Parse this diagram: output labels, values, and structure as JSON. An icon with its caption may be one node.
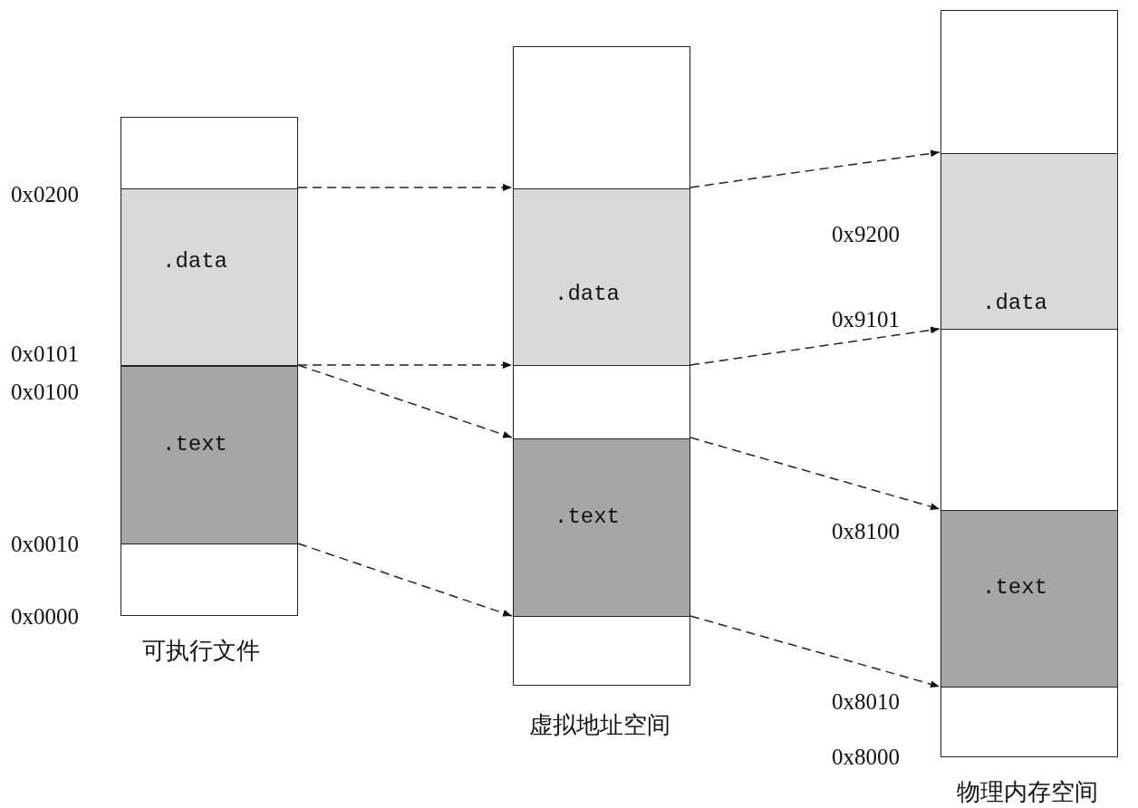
{
  "diagram": {
    "nodes": [
      {
        "text": [
          "可执行文件"
        ]
      },
      {
        "text": [
          ".data"
        ],
        "in": 0
      },
      {
        "text": [
          ".text"
        ],
        "in": 0
      },
      {
        "text": [
          "虚拟地址空间"
        ]
      },
      {
        "text": [
          ".data"
        ],
        "in": 3
      },
      {
        "text": [
          ".text"
        ],
        "in": 3
      },
      {
        "text": [
          "物理内存空间"
        ]
      },
      {
        "text": [
          ".data"
        ],
        "in": 6
      },
      {
        "text": [
          ".text"
        ],
        "in": 6
      }
    ],
    "edges": [
      {
        "from": 1,
        "to": 4,
        "arrow": "to",
        "style": "dashed"
      },
      {
        "from": 1,
        "to": 4,
        "arrow": "to",
        "style": "dashed"
      },
      {
        "from": 2,
        "to": 5,
        "arrow": "to",
        "style": "dashed"
      },
      {
        "from": 2,
        "to": 5,
        "arrow": "to",
        "style": "dashed"
      },
      {
        "from": 4,
        "to": 7,
        "arrow": "to",
        "style": "dashed"
      },
      {
        "from": 4,
        "to": 7,
        "arrow": "to",
        "style": "dashed"
      },
      {
        "from": 5,
        "to": 8,
        "arrow": "to",
        "style": "dashed"
      },
      {
        "from": 5,
        "to": 8,
        "arrow": "to",
        "style": "dashed"
      }
    ],
    "labels": [
      "0x0200",
      "0x0101",
      "0x0100",
      "0x0010",
      "0x0000",
      "0x9200",
      "0x9101",
      "0x8100",
      "0x8010",
      "0x8000"
    ]
  }
}
